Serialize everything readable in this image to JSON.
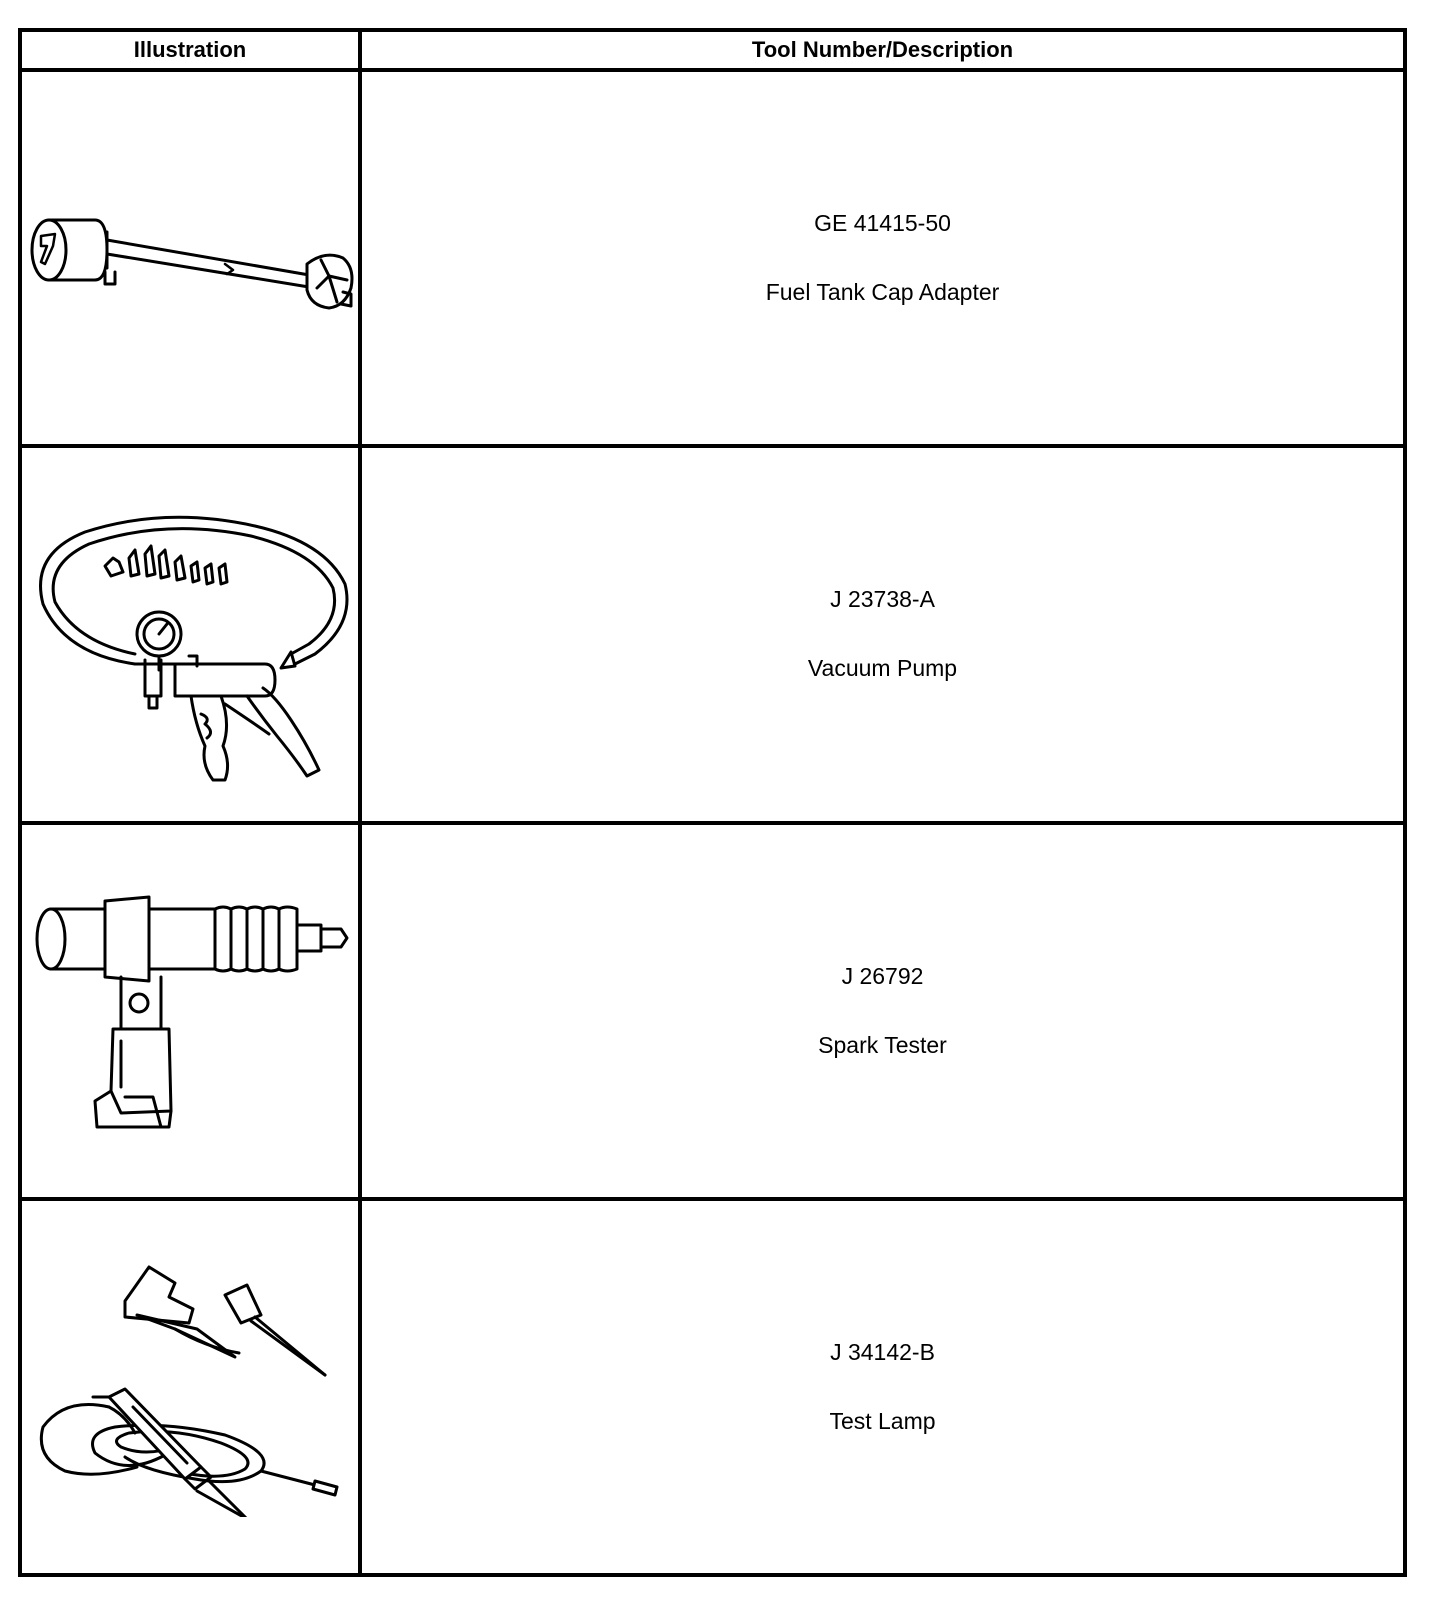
{
  "table": {
    "headers": {
      "illustration": "Illustration",
      "tool": "Tool Number/Description"
    },
    "rows": [
      {
        "number": "GE 41415-50",
        "description": "Fuel Tank Cap Adapter",
        "illustration_icon": "fuel-tank-cap-adapter-icon"
      },
      {
        "number": "J 23738-A",
        "description": "Vacuum Pump",
        "illustration_icon": "vacuum-pump-icon"
      },
      {
        "number": "J 26792",
        "description": "Spark Tester",
        "illustration_icon": "spark-tester-icon"
      },
      {
        "number": "J 34142-B",
        "description": "Test Lamp",
        "illustration_icon": "test-lamp-icon"
      }
    ]
  }
}
